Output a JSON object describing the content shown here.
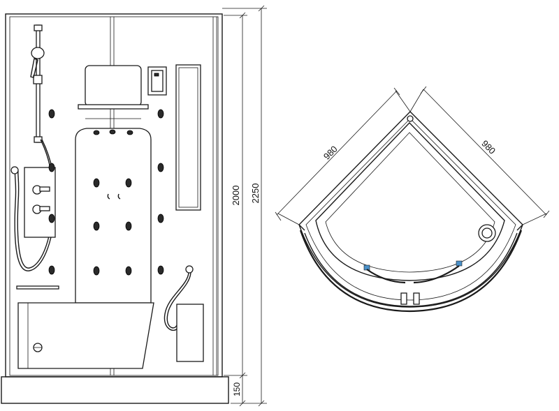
{
  "front_elevation": {
    "dimensions": {
      "inner_height_label": "2000",
      "total_height_label": "2250",
      "base_height_label": "150"
    }
  },
  "plan_view": {
    "dimensions": {
      "left_side_label": "980",
      "right_side_label": "980"
    },
    "accent_color": "#4a90c8"
  }
}
